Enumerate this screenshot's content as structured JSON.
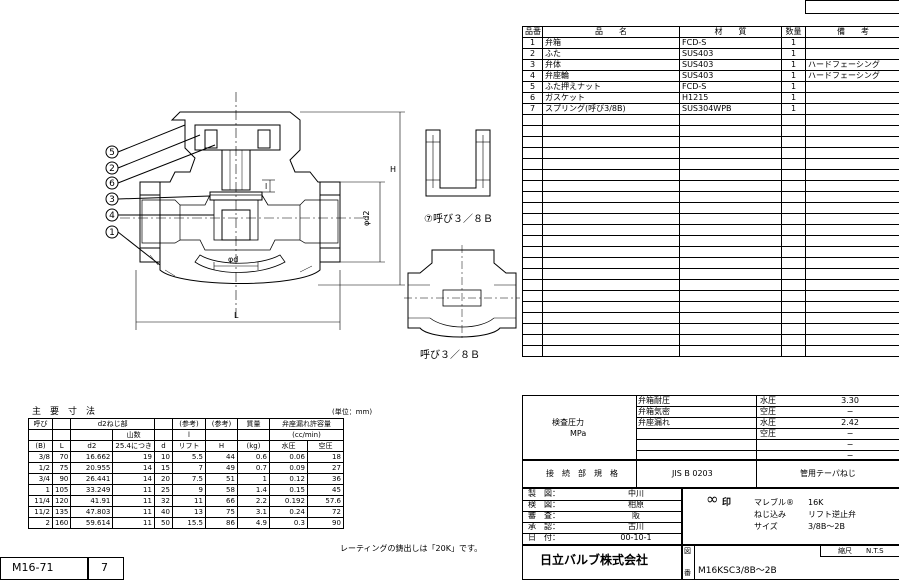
{
  "bom": {
    "headers": [
      "品番",
      "品　　名",
      "材　　質",
      "数量",
      "備　　考"
    ],
    "rows": [
      [
        "1",
        "弁箱",
        "FCD-S",
        "1",
        ""
      ],
      [
        "2",
        "ふた",
        "SUS403",
        "1",
        ""
      ],
      [
        "3",
        "弁体",
        "SUS403",
        "1",
        "ハードフェーシング"
      ],
      [
        "4",
        "弁座輪",
        "SUS403",
        "1",
        "ハードフェーシング"
      ],
      [
        "5",
        "ふた押えナット",
        "FCD-S",
        "1",
        ""
      ],
      [
        "6",
        "ガスケット",
        "H1215",
        "1",
        ""
      ],
      [
        "7",
        "スプリング(呼び3/8B)",
        "SUS304WPB",
        "1",
        ""
      ]
    ],
    "empty_rows": 22
  },
  "dims": {
    "title": "主　要　寸　法",
    "unit": "(単位：mm)",
    "h_yobi": "呼び",
    "h_b": "(B)",
    "h_L": "L",
    "h_thread": "d2ねじ部",
    "h_d2": "d2",
    "h_threads": "山数",
    "h_per": "25.4につき",
    "h_d": "d",
    "h_ref": "(参考)",
    "h_l": "l",
    "h_lift": "リフト",
    "h_ref2": "(参考)",
    "h_H": "H",
    "h_mass": "質量",
    "h_kg": "(kg)",
    "h_leak": "弁座漏れ許容量",
    "h_leak2": "(cc/min)",
    "h_water": "水圧",
    "h_air": "空圧",
    "rows": [
      [
        "3/8",
        "70",
        "16.662",
        "19",
        "10",
        "5.5",
        "44",
        "0.6",
        "0.06",
        "18"
      ],
      [
        "1/2",
        "75",
        "20.955",
        "14",
        "15",
        "7",
        "49",
        "0.7",
        "0.09",
        "27"
      ],
      [
        "3/4",
        "90",
        "26.441",
        "14",
        "20",
        "7.5",
        "51",
        "1",
        "0.12",
        "36"
      ],
      [
        "1",
        "105",
        "33.249",
        "11",
        "25",
        "9",
        "58",
        "1.4",
        "0.15",
        "45"
      ],
      [
        "11/4",
        "120",
        "41.91",
        "11",
        "32",
        "11",
        "66",
        "2.2",
        "0.192",
        "57.6"
      ],
      [
        "11/2",
        "135",
        "47.803",
        "11",
        "40",
        "13",
        "75",
        "3.1",
        "0.24",
        "72"
      ],
      [
        "2",
        "160",
        "59.614",
        "11",
        "50",
        "15.5",
        "86",
        "4.9",
        "0.3",
        "90"
      ]
    ],
    "note": "レーティングの鋳出しは「20K」です。"
  },
  "drawing": {
    "balloons": [
      "5",
      "2",
      "6",
      "3",
      "4",
      "1"
    ],
    "label_H": "H",
    "label_d2": "φd2",
    "label_d": "φd",
    "label_l": "l",
    "label_L": "L",
    "label_spring": "⑦呼び３／８Ｂ",
    "label_body38": "呼び３／８Ｂ"
  },
  "test": {
    "label": "検査圧力",
    "unit": "MPa",
    "rows": [
      [
        "弁箱耐圧",
        "水圧",
        "3.30"
      ],
      [
        "弁箱気密",
        "空圧",
        "−"
      ],
      [
        "弁座漏れ",
        "水圧",
        "2.42"
      ],
      [
        "",
        "空圧",
        "−"
      ],
      [
        "",
        "",
        "−"
      ],
      [
        "",
        "",
        "−"
      ]
    ],
    "conn_label": "接　続　部　規　格",
    "conn_std": "JIS B 0203",
    "conn_val": "管用テーパねじ"
  },
  "approvals": [
    [
      "製　図：",
      "中川"
    ],
    [
      "検　図：",
      "相原"
    ],
    [
      "審　査：",
      "阪"
    ],
    [
      "承　認：",
      "古川"
    ],
    [
      "日　付：",
      "00-10-1"
    ]
  ],
  "product": {
    "mark": "印",
    "line1a": "マレブル®",
    "line1b": "16K",
    "line2a": "ねじ込み",
    "line2b": "リフト逆止弁",
    "line3a": "サイズ",
    "line3b": "3/8B～2B"
  },
  "company": "日立バルブ株式会社",
  "scale_label": "縮尺",
  "scale_val": "N.T.S",
  "fig_label": "図",
  "no_label": "番",
  "drawing_no": "M16KSC3/8B～2B",
  "sheet_code": "M16-71",
  "sheet_num": "7"
}
